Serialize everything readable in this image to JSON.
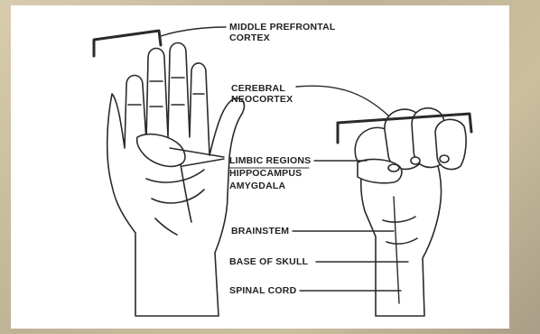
{
  "labels": {
    "middle_prefrontal": "MIDDLE PREFRONTAL\nCORTEX",
    "cerebral_neocortex": "CEREBRAL\nNEOCORTEX",
    "limbic_regions": "LIMBIC REGIONS",
    "hippocampus": "HIPPOCAMPUS",
    "amygdala": "AMYGDALA",
    "brainstem": "BRAINSTEM",
    "base_of_skull": "BASE OF SKULL",
    "spinal_cord": "SPINAL CORD"
  },
  "colors": {
    "line": "#2a2a2a",
    "skin": "#ffffff",
    "background": "#ffffff"
  },
  "icons": [
    "open-hand-icon",
    "fist-icon"
  ]
}
